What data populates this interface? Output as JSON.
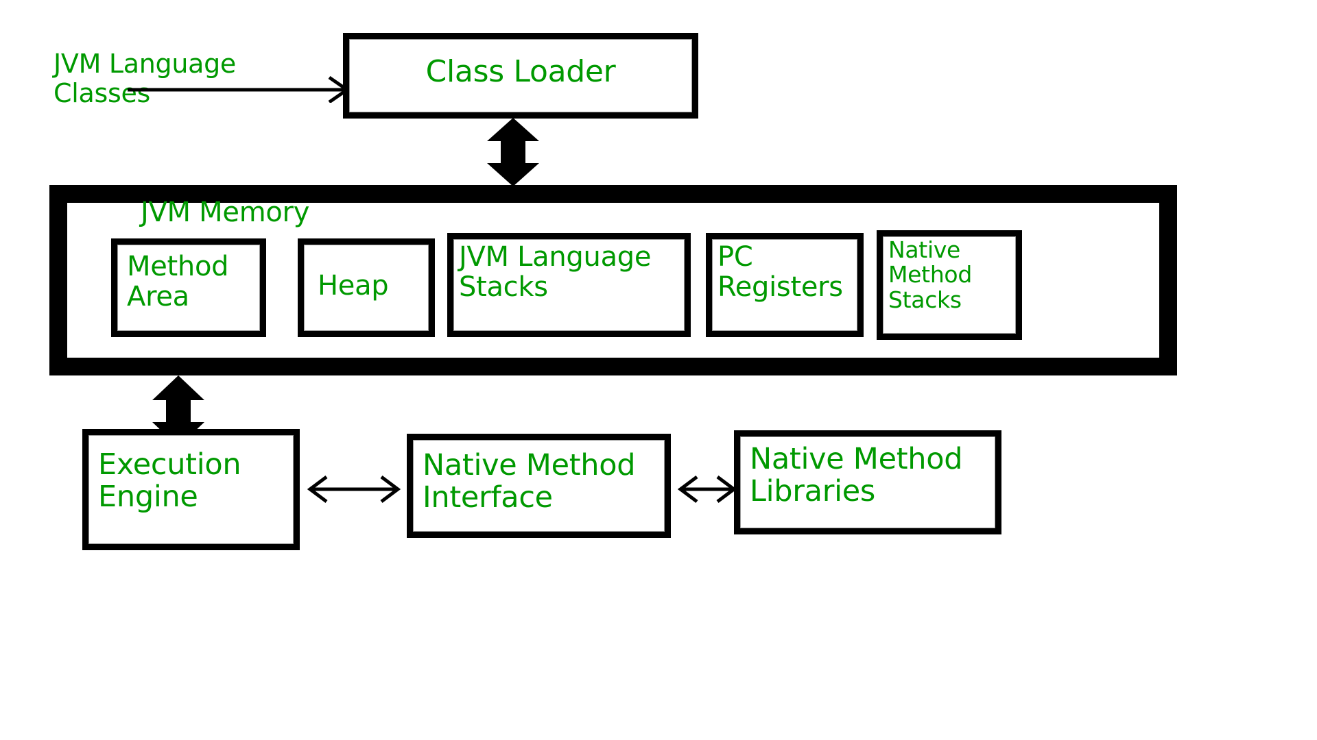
{
  "diagram": {
    "title": "JVM Architecture",
    "accent_color": "#009900",
    "line_color": "#000000",
    "background": "#ffffff"
  },
  "input_label": {
    "text": "JVM Language\nClasses"
  },
  "class_loader": {
    "label": "Class Loader"
  },
  "jvm_memory": {
    "label": "JVM Memory",
    "regions": [
      {
        "id": "method-area",
        "label": "Method\nArea"
      },
      {
        "id": "heap",
        "label": "Heap"
      },
      {
        "id": "jvm-language-stacks",
        "label": "JVM Language\nStacks"
      },
      {
        "id": "pc-registers",
        "label": "PC\nRegisters"
      },
      {
        "id": "native-method-stacks",
        "label": "Native\nMethod\nStacks"
      }
    ]
  },
  "bottom_row": {
    "items": [
      {
        "id": "execution-engine",
        "label": "Execution\nEngine"
      },
      {
        "id": "native-method-interface",
        "label": "Native Method\nInterface"
      },
      {
        "id": "native-method-libraries",
        "label": "Native Method\nLibraries"
      }
    ]
  },
  "connectors": [
    {
      "id": "classes-to-loader",
      "type": "thin-arrow",
      "direction": "right"
    },
    {
      "id": "loader-to-memory",
      "type": "block-double-arrow",
      "direction": "vertical"
    },
    {
      "id": "memory-to-engine",
      "type": "block-double-arrow",
      "direction": "vertical"
    },
    {
      "id": "engine-to-interface",
      "type": "thin-double-arrow",
      "direction": "horizontal"
    },
    {
      "id": "interface-to-libraries",
      "type": "thin-double-arrow",
      "direction": "horizontal"
    }
  ]
}
